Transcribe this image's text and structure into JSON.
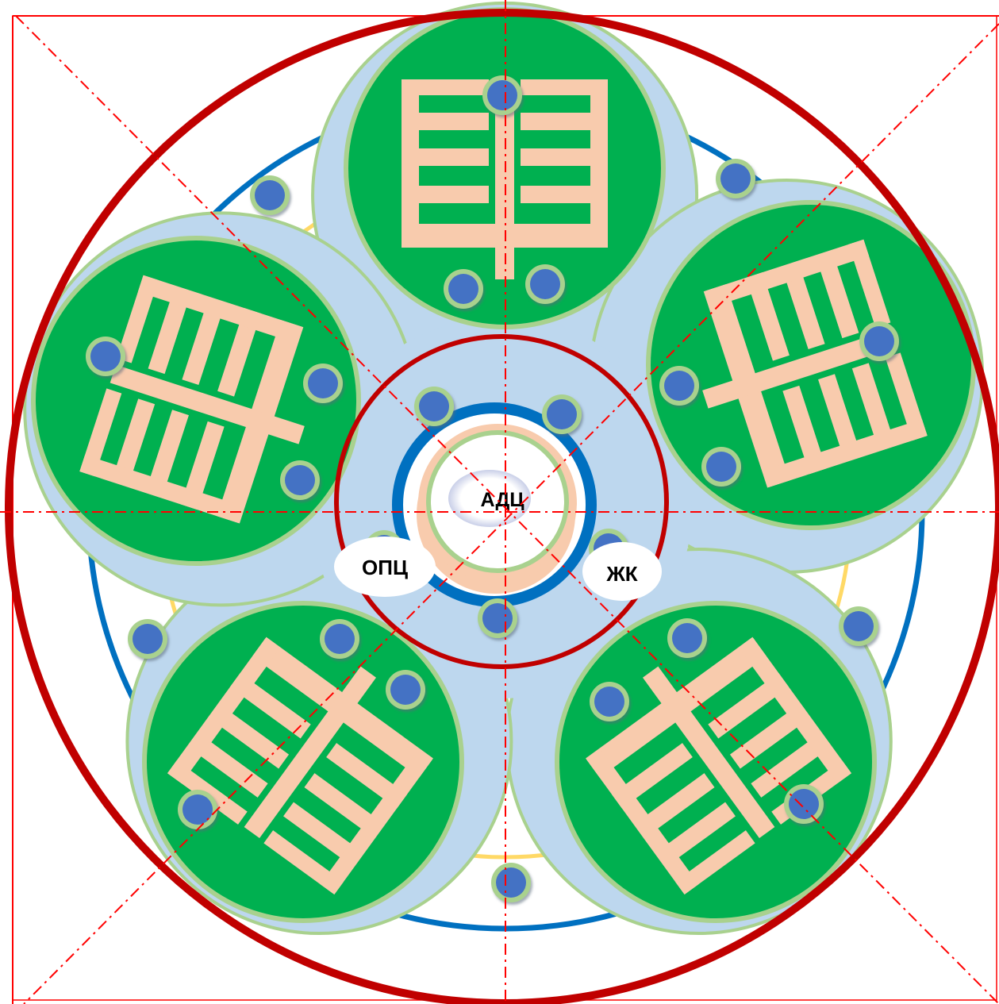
{
  "labels": {
    "center": "АДЦ",
    "bottom_left": "ОПЦ",
    "bottom_right": "ЖК"
  },
  "colors": {
    "outer_ring": "#c00000",
    "inner_ring": "#c00000",
    "blue_ring": "#0070c0",
    "yellow_ring": "#ffd966",
    "frame": "#ff0000",
    "center_line": "#ff0000",
    "lobe_fill": "#bdd7ee",
    "pod_fill": "#00b050",
    "pod_border": "#a9d18e",
    "stripe": "#f8cbad",
    "dot_fill": "#4472c4",
    "dot_ring": "#a9d18e",
    "center_disc": "#f8cbad",
    "label_bg": "#ffffff"
  },
  "icons": {
    "pod_symbol": "trigram-stroke-glyph",
    "dot": "blue-circle-node"
  }
}
